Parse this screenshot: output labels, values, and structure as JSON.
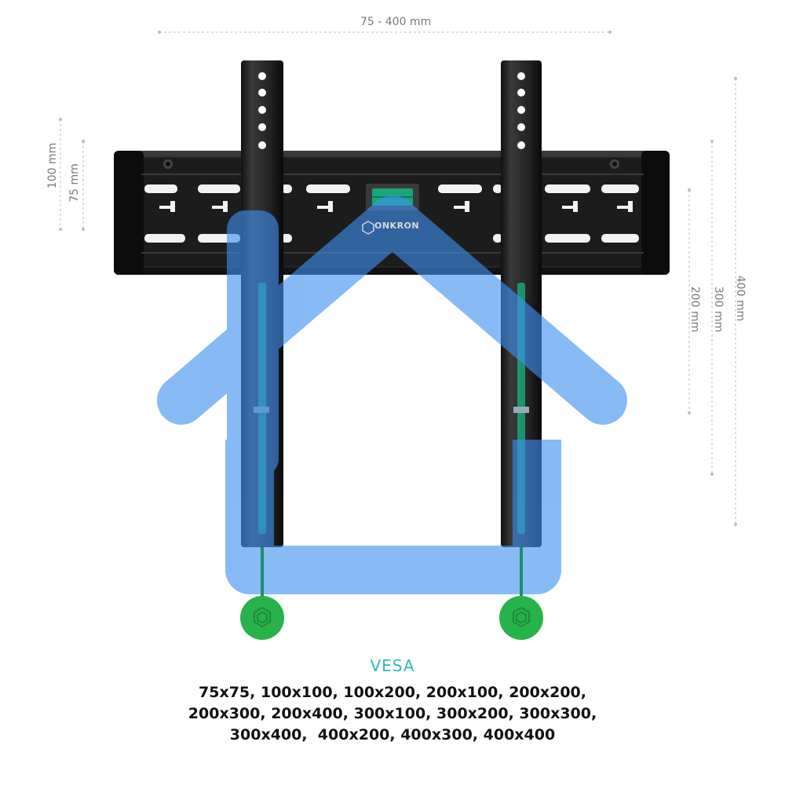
{
  "dimensions": {
    "horizontal_range": "75 - 400 mm",
    "left_outer": "100 mm",
    "left_inner": "75 mm",
    "right_200": "200 mm",
    "right_300": "300 mm",
    "right_400": "400 mm"
  },
  "brand": "ONKRON",
  "vesa": {
    "title": "VESA",
    "lines": [
      "75x75, 100x100, 100x200, 200x100, 200x200,",
      "200x300, 200x400, 300x100, 300x200, 300x300,",
      "300x400,  400x200, 400x300, 400x400"
    ]
  },
  "colors": {
    "bracket": "#1a1a1a",
    "house_overlay": "#3f8ff0",
    "green_marker": "#27b34a",
    "vesa_title": "#2fb8b8"
  }
}
